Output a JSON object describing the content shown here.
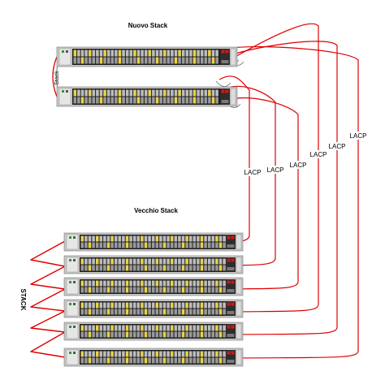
{
  "titles": {
    "new_stack": "Nuovo Stack",
    "old_stack": "Vecchio Stack"
  },
  "stack_labels": {
    "new": "Stack",
    "old": "STACK"
  },
  "lacp_labels": [
    "LACP",
    "LACP",
    "LACP",
    "LACP",
    "LACP",
    "LACP"
  ],
  "colors": {
    "link": "#e00000",
    "switch_body": "#1e1e1e",
    "switch_frame": "#c8c8c8",
    "port": "#3a3a3a",
    "port_light": "#e9d24a"
  }
}
